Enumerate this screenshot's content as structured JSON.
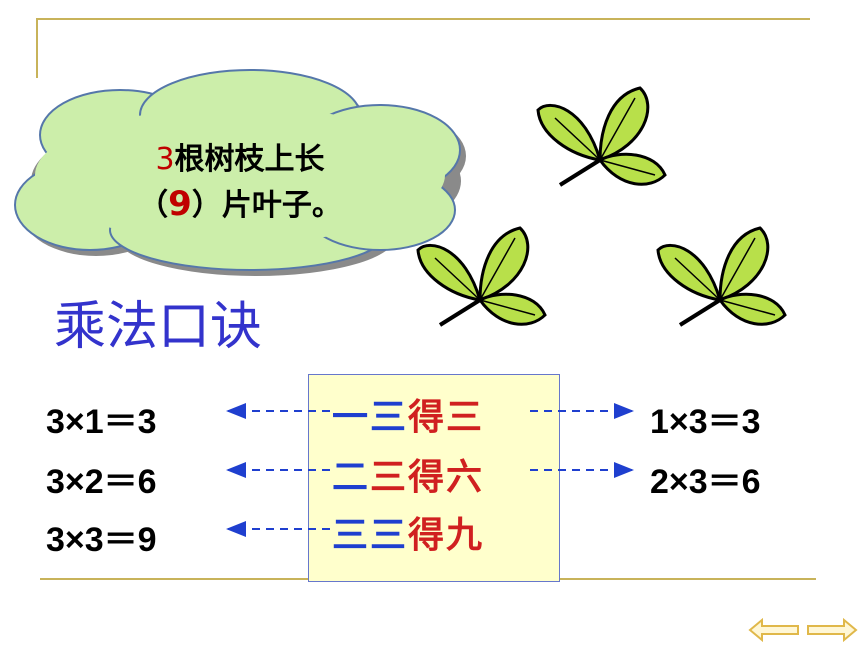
{
  "cloud": {
    "line1_num": "3",
    "line1_text": "根树枝上长",
    "line2_open": "（",
    "line2_answer": "9",
    "line2_close": "）片叶子。"
  },
  "title": "乘法口诀",
  "left_equations": [
    "3×1＝3",
    "3×2＝6",
    "3×3＝9"
  ],
  "right_equations": [
    "1×3＝3",
    "2×3＝6"
  ],
  "chants": [
    {
      "c1": "一",
      "c2": "三",
      "c3": "得",
      "c4": "三"
    },
    {
      "c1": "二",
      "c2": "三",
      "c3": "得",
      "c4": "六"
    },
    {
      "c1": "三",
      "c2": "三",
      "c3": "得",
      "c4": "九"
    }
  ],
  "colors": {
    "accent_blue": "#1f3fcf",
    "accent_red": "#d02020",
    "leaf_green": "#b8e04a",
    "cloud_green": "#cceeaa"
  },
  "icons": [
    "leaf-cluster-icon",
    "back-arrow-icon",
    "forward-arrow-icon"
  ]
}
